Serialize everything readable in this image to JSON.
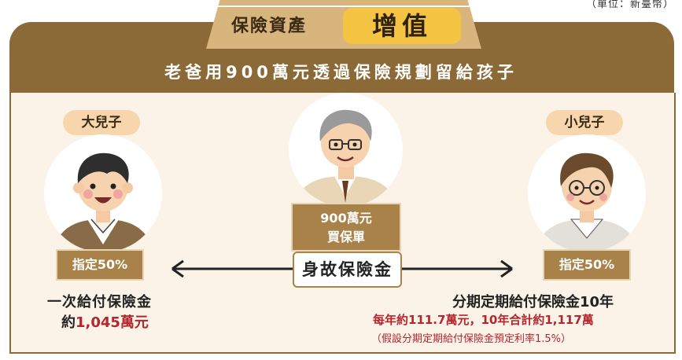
{
  "unit_note": "（單位：新臺幣）",
  "header": {
    "tag_left": "保險資產",
    "tag_right": "增值",
    "subtitle": "老爸用900萬元透過保險規劃留給孩子"
  },
  "people": {
    "left": {
      "name": "大兒子",
      "share": "指定50%"
    },
    "center": {
      "line1": "900萬元",
      "line2": "買保單"
    },
    "right": {
      "name": "小兒子",
      "share": "指定50%"
    }
  },
  "center_label": "身故保險金",
  "left_payout": {
    "line1": "一次給付保險金",
    "prefix": "約",
    "amount": "1,045萬元"
  },
  "right_payout": {
    "line1": "分期定期給付保險金10年",
    "line2": "每年約111.7萬元，10年合計約1,117萬",
    "line3": "（假設分期定期給付保險金預定利率1.5%）"
  },
  "colors": {
    "brown": "#8c6a37",
    "tan": "#d9b57e",
    "yellow": "#f6c443",
    "cream": "#fbf3e8",
    "red": "#b3262e"
  }
}
